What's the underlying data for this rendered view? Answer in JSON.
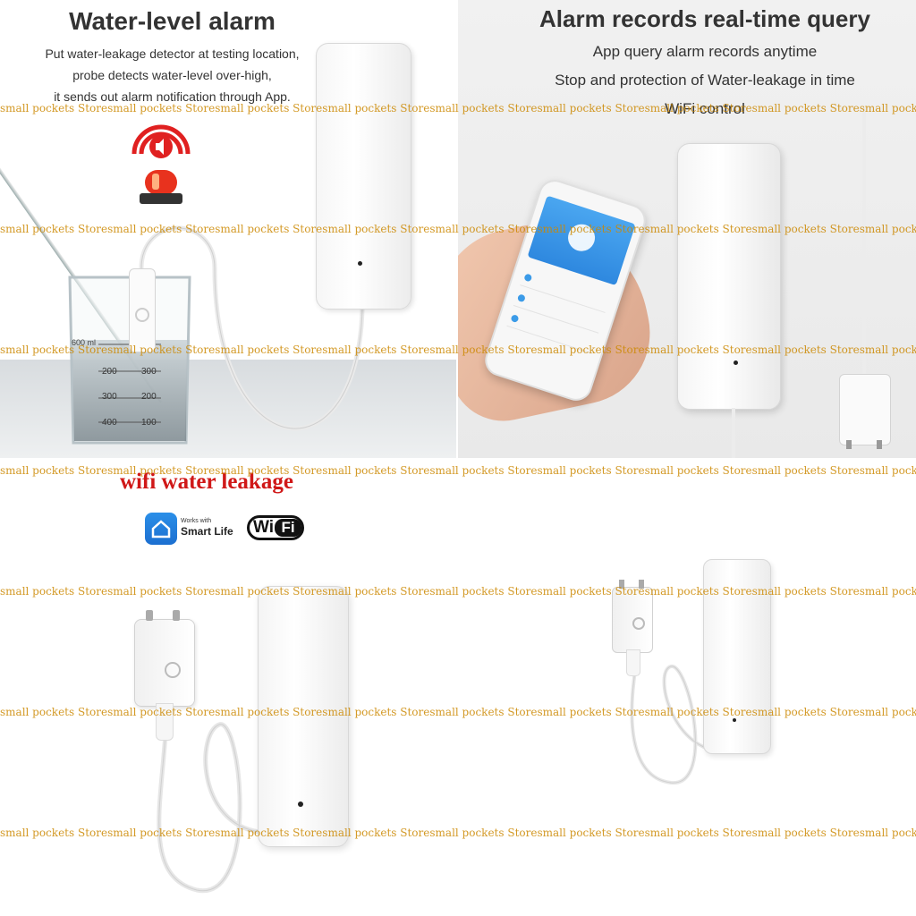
{
  "panel_left": {
    "title": "Water-level alarm",
    "lines": [
      "Put water-leakage detector at testing location,",
      "probe detects water-level over-high,",
      "it sends out alarm notification through App."
    ],
    "beaker_scale": [
      "600 ml",
      "200",
      "300",
      "400"
    ],
    "beaker_scale_right": [
      "300",
      "200",
      "100"
    ]
  },
  "panel_right": {
    "title": "Alarm records real-time query",
    "lines": [
      "App query alarm records anytime",
      "Stop and protection of Water-leakage in time",
      "WiFi control"
    ]
  },
  "product": {
    "title": "wifi water leakage",
    "smart_life_small": "Works with",
    "smart_life_big": "Smart Life",
    "wifi_badge_left": "Wi",
    "wifi_badge_right": "Fi"
  },
  "watermark": "small pockets Store",
  "colors": {
    "watermark": "#cc8800",
    "title_red": "#d01818",
    "smart_life_blue": "#2b8fe8",
    "alarm_red": "#e02020"
  }
}
